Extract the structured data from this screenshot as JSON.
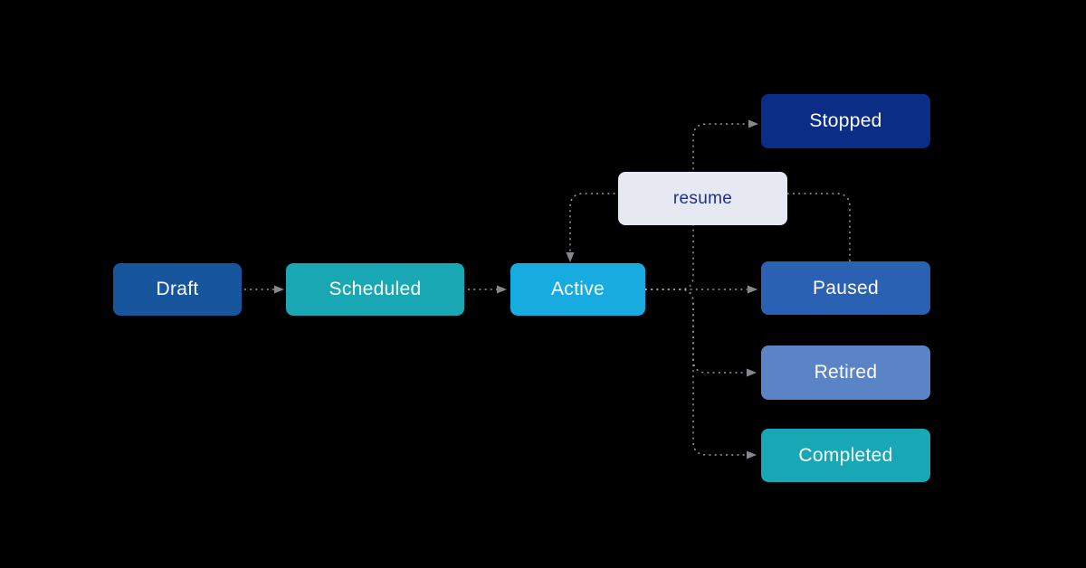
{
  "diagram": {
    "type": "state-flow",
    "background_color": "#000000",
    "edge_color": "#97999d",
    "arrowhead_color": "#85898f",
    "edge_style": "dotted",
    "nodes": {
      "draft": {
        "label": "Draft",
        "color": "#17569d",
        "text_color": "#ffffff"
      },
      "scheduled": {
        "label": "Scheduled",
        "color": "#1aa7b4",
        "text_color": "#ffffff"
      },
      "active": {
        "label": "Active",
        "color": "#18abdf",
        "text_color": "#ffffff"
      },
      "stopped": {
        "label": "Stopped",
        "color": "#0b2d85",
        "text_color": "#ffffff"
      },
      "paused": {
        "label": "Paused",
        "color": "#2a61b3",
        "text_color": "#ffffff"
      },
      "retired": {
        "label": "Retired",
        "color": "#5a84c5",
        "text_color": "#ffffff"
      },
      "completed": {
        "label": "Completed",
        "color": "#18a8b5",
        "text_color": "#ffffff"
      },
      "resume_label": {
        "label": "resume",
        "color": "#e6e9f2",
        "text_color": "#1c2f90"
      }
    },
    "edges": [
      {
        "from": "Draft",
        "to": "Scheduled"
      },
      {
        "from": "Scheduled",
        "to": "Active"
      },
      {
        "from": "Active",
        "to": "Stopped"
      },
      {
        "from": "Active",
        "to": "Paused"
      },
      {
        "from": "Active",
        "to": "Retired"
      },
      {
        "from": "Active",
        "to": "Completed"
      },
      {
        "from": "Paused",
        "to": "Active",
        "label": "resume"
      }
    ]
  }
}
